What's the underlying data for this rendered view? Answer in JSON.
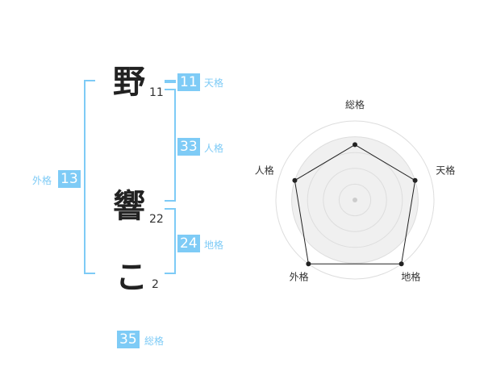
{
  "name_chars": [
    {
      "char": "野",
      "strokes": "11"
    },
    {
      "char": "響",
      "strokes": "22"
    },
    {
      "char": "こ",
      "strokes": "2"
    }
  ],
  "kaku": {
    "tenkaku": {
      "value": "11",
      "label": "天格"
    },
    "jinkaku": {
      "value": "33",
      "label": "人格"
    },
    "chikaku": {
      "value": "24",
      "label": "地格"
    },
    "gaikaku": {
      "value": "13",
      "label": "外格"
    },
    "soukaku": {
      "value": "35",
      "label": "総格"
    }
  },
  "radar": {
    "axes": [
      "総格",
      "天格",
      "地格",
      "外格",
      "人格"
    ],
    "values": [
      0.7,
      0.8,
      1.0,
      1.0,
      0.8
    ],
    "rings": 5,
    "accent_color": "#7ecbf6",
    "fill_color": "#f0f0f0",
    "line_color": "#222222"
  }
}
